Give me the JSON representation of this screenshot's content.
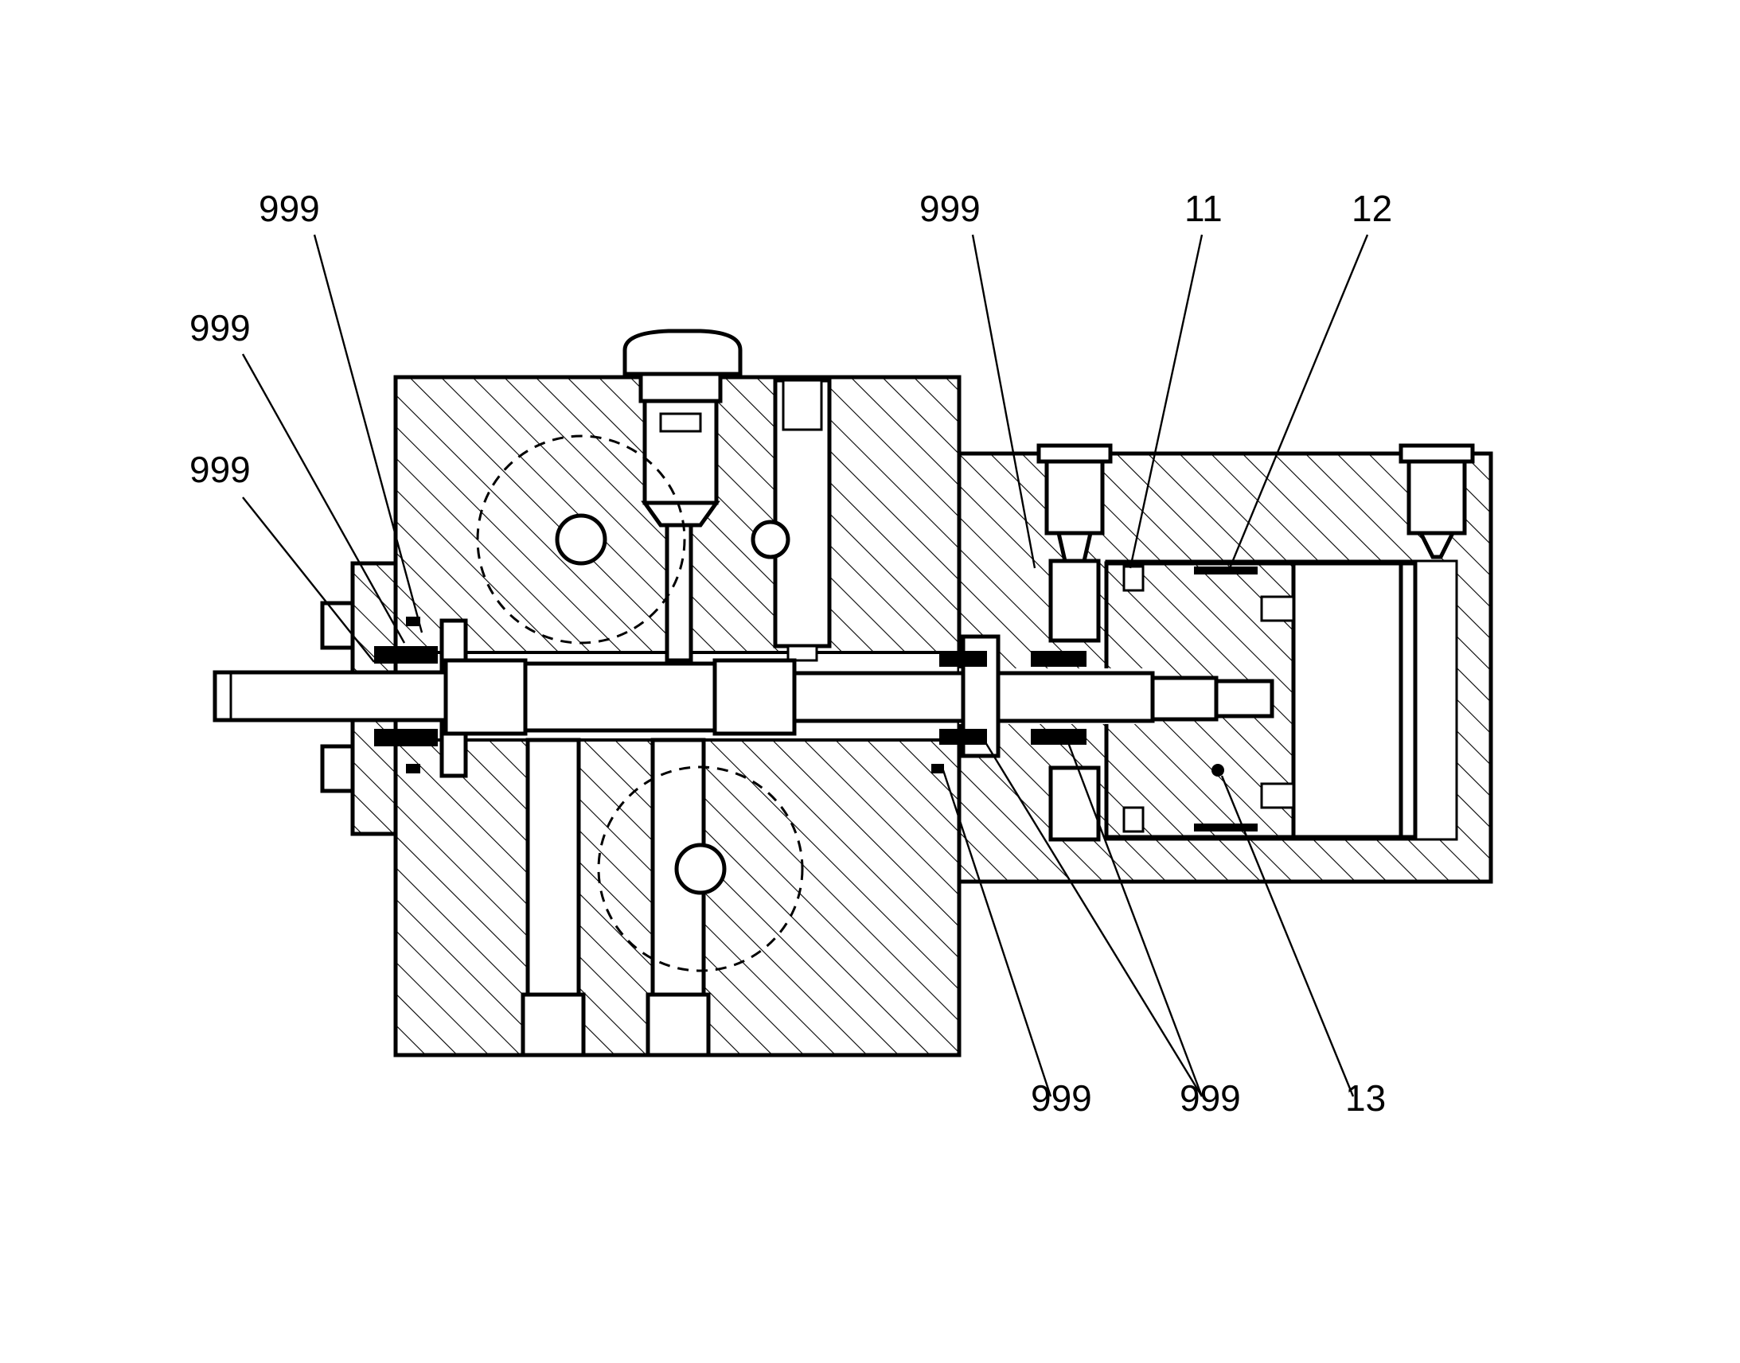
{
  "figure": {
    "reference_numerals": [
      {
        "id": "top-left-a",
        "text": "999"
      },
      {
        "id": "left-upper",
        "text": "999"
      },
      {
        "id": "left-lower",
        "text": "999"
      },
      {
        "id": "top-mid",
        "text": "999"
      },
      {
        "id": "top-11",
        "text": "11"
      },
      {
        "id": "top-12",
        "text": "12"
      },
      {
        "id": "bottom-a",
        "text": "999"
      },
      {
        "id": "bottom-b",
        "text": "999"
      },
      {
        "id": "bottom-13",
        "text": "13"
      }
    ]
  }
}
